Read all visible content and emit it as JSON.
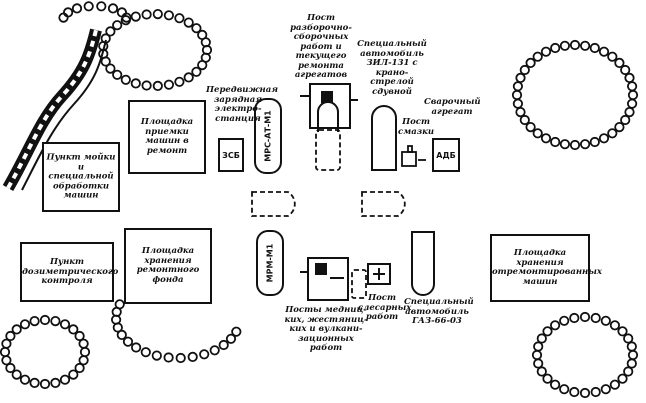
{
  "zones": {
    "wash_point": "Пункт мойки\nи специальной\nобработки\nмашин",
    "reception_area": "Площадка\nприемки\nмашин в\nремонт",
    "diagnostic_point": "Пункт\nдозиметрического\nконтроля",
    "repair_fund_storage": "Площадка\nхранения\nремонтного\nфонда",
    "repaired_storage": "Площадка\nхранения\nотремонтированных\nмашин"
  },
  "labels": {
    "power_station": "Передвижная\nзарядная\nэлектро-\nстанция",
    "disassembly_post": "Пост разборочно-\nсборочных\nработ и\nтекущего\nремонта\nагрегатов",
    "crane_truck": "Специальный\nавтомобиль\nЗИЛ-131 с\nкрано-стрелой\nсдувной",
    "lube_post": "Пост\nсмазки",
    "welding_unit": "Сварочный\nагрегат",
    "tin_post": "Посты медниц-\nких, жестяниц-\nких и вулкани-\nзационных работ",
    "fitter_post": "Пост\nслесарных\nработ",
    "gaz_truck": "Специальный\nавтомобиль\nГАЗ-66-03"
  },
  "units": {
    "zes": "ЗСБ",
    "mrs": "МРС-АТ-М1",
    "mrm": "МРМ-М1",
    "adb": "АДБ"
  }
}
